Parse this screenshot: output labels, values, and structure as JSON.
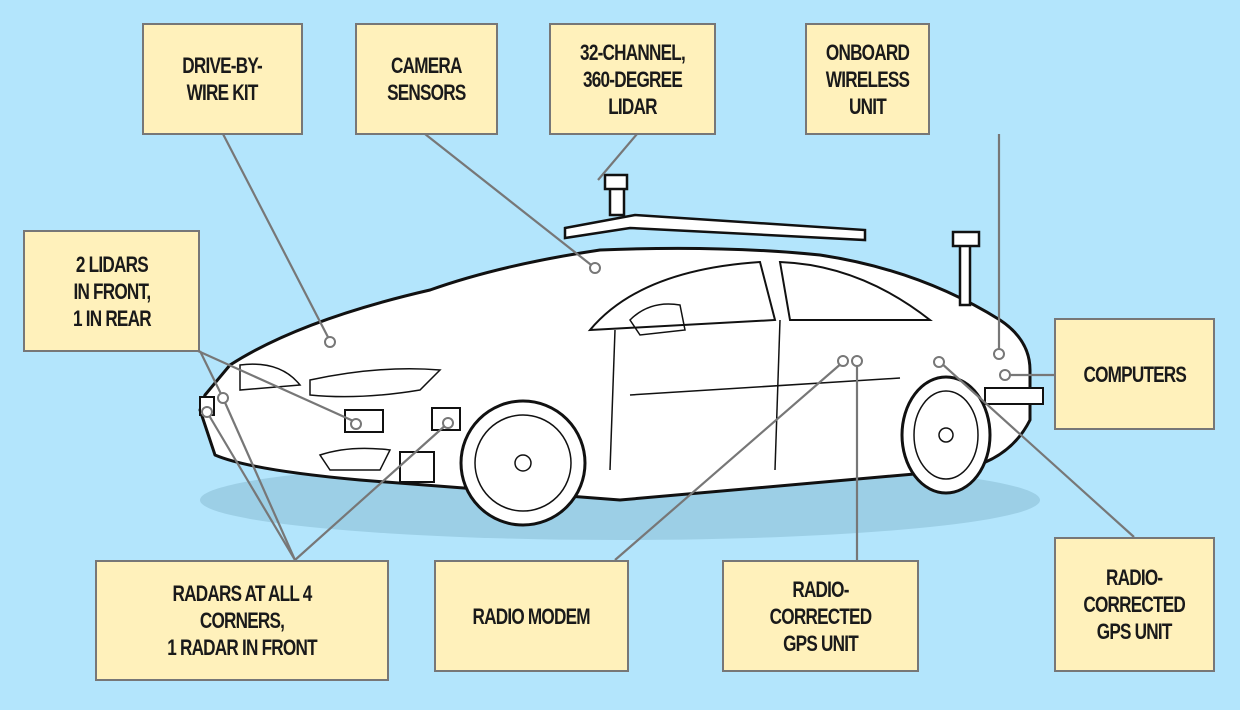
{
  "diagram": {
    "subject": "self-driving test car",
    "colors": {
      "background": "#b3e5fc",
      "callout_fill": "#fff1bb",
      "callout_border": "#777777",
      "leader_line": "#777777",
      "car_outline": "#111111",
      "shadow": "#9ccfe6"
    },
    "callouts": [
      {
        "id": "drive-by-wire",
        "text": "DRIVE-BY-\nWIRE KIT"
      },
      {
        "id": "camera",
        "text": "CAMERA\nSENSORS"
      },
      {
        "id": "lidar-360",
        "text": "32-CHANNEL,\n360-DEGREE LIDAR"
      },
      {
        "id": "wireless",
        "text": "ONBOARD\nWIRELESS UNIT"
      },
      {
        "id": "lidars-front-rear",
        "text": "2 LIDARS\nIN FRONT,\n1 IN REAR"
      },
      {
        "id": "computers",
        "text": "COMPUTERS"
      },
      {
        "id": "radars",
        "text": "RADARS AT ALL 4 CORNERS,\n1 RADAR IN FRONT"
      },
      {
        "id": "radio-modem",
        "text": "RADIO MODEM"
      },
      {
        "id": "gps-1",
        "text": "RADIO-CORRECTED\nGPS UNIT"
      },
      {
        "id": "gps-2",
        "text": "RADIO-\nCORRECTED\nGPS UNIT"
      }
    ]
  }
}
